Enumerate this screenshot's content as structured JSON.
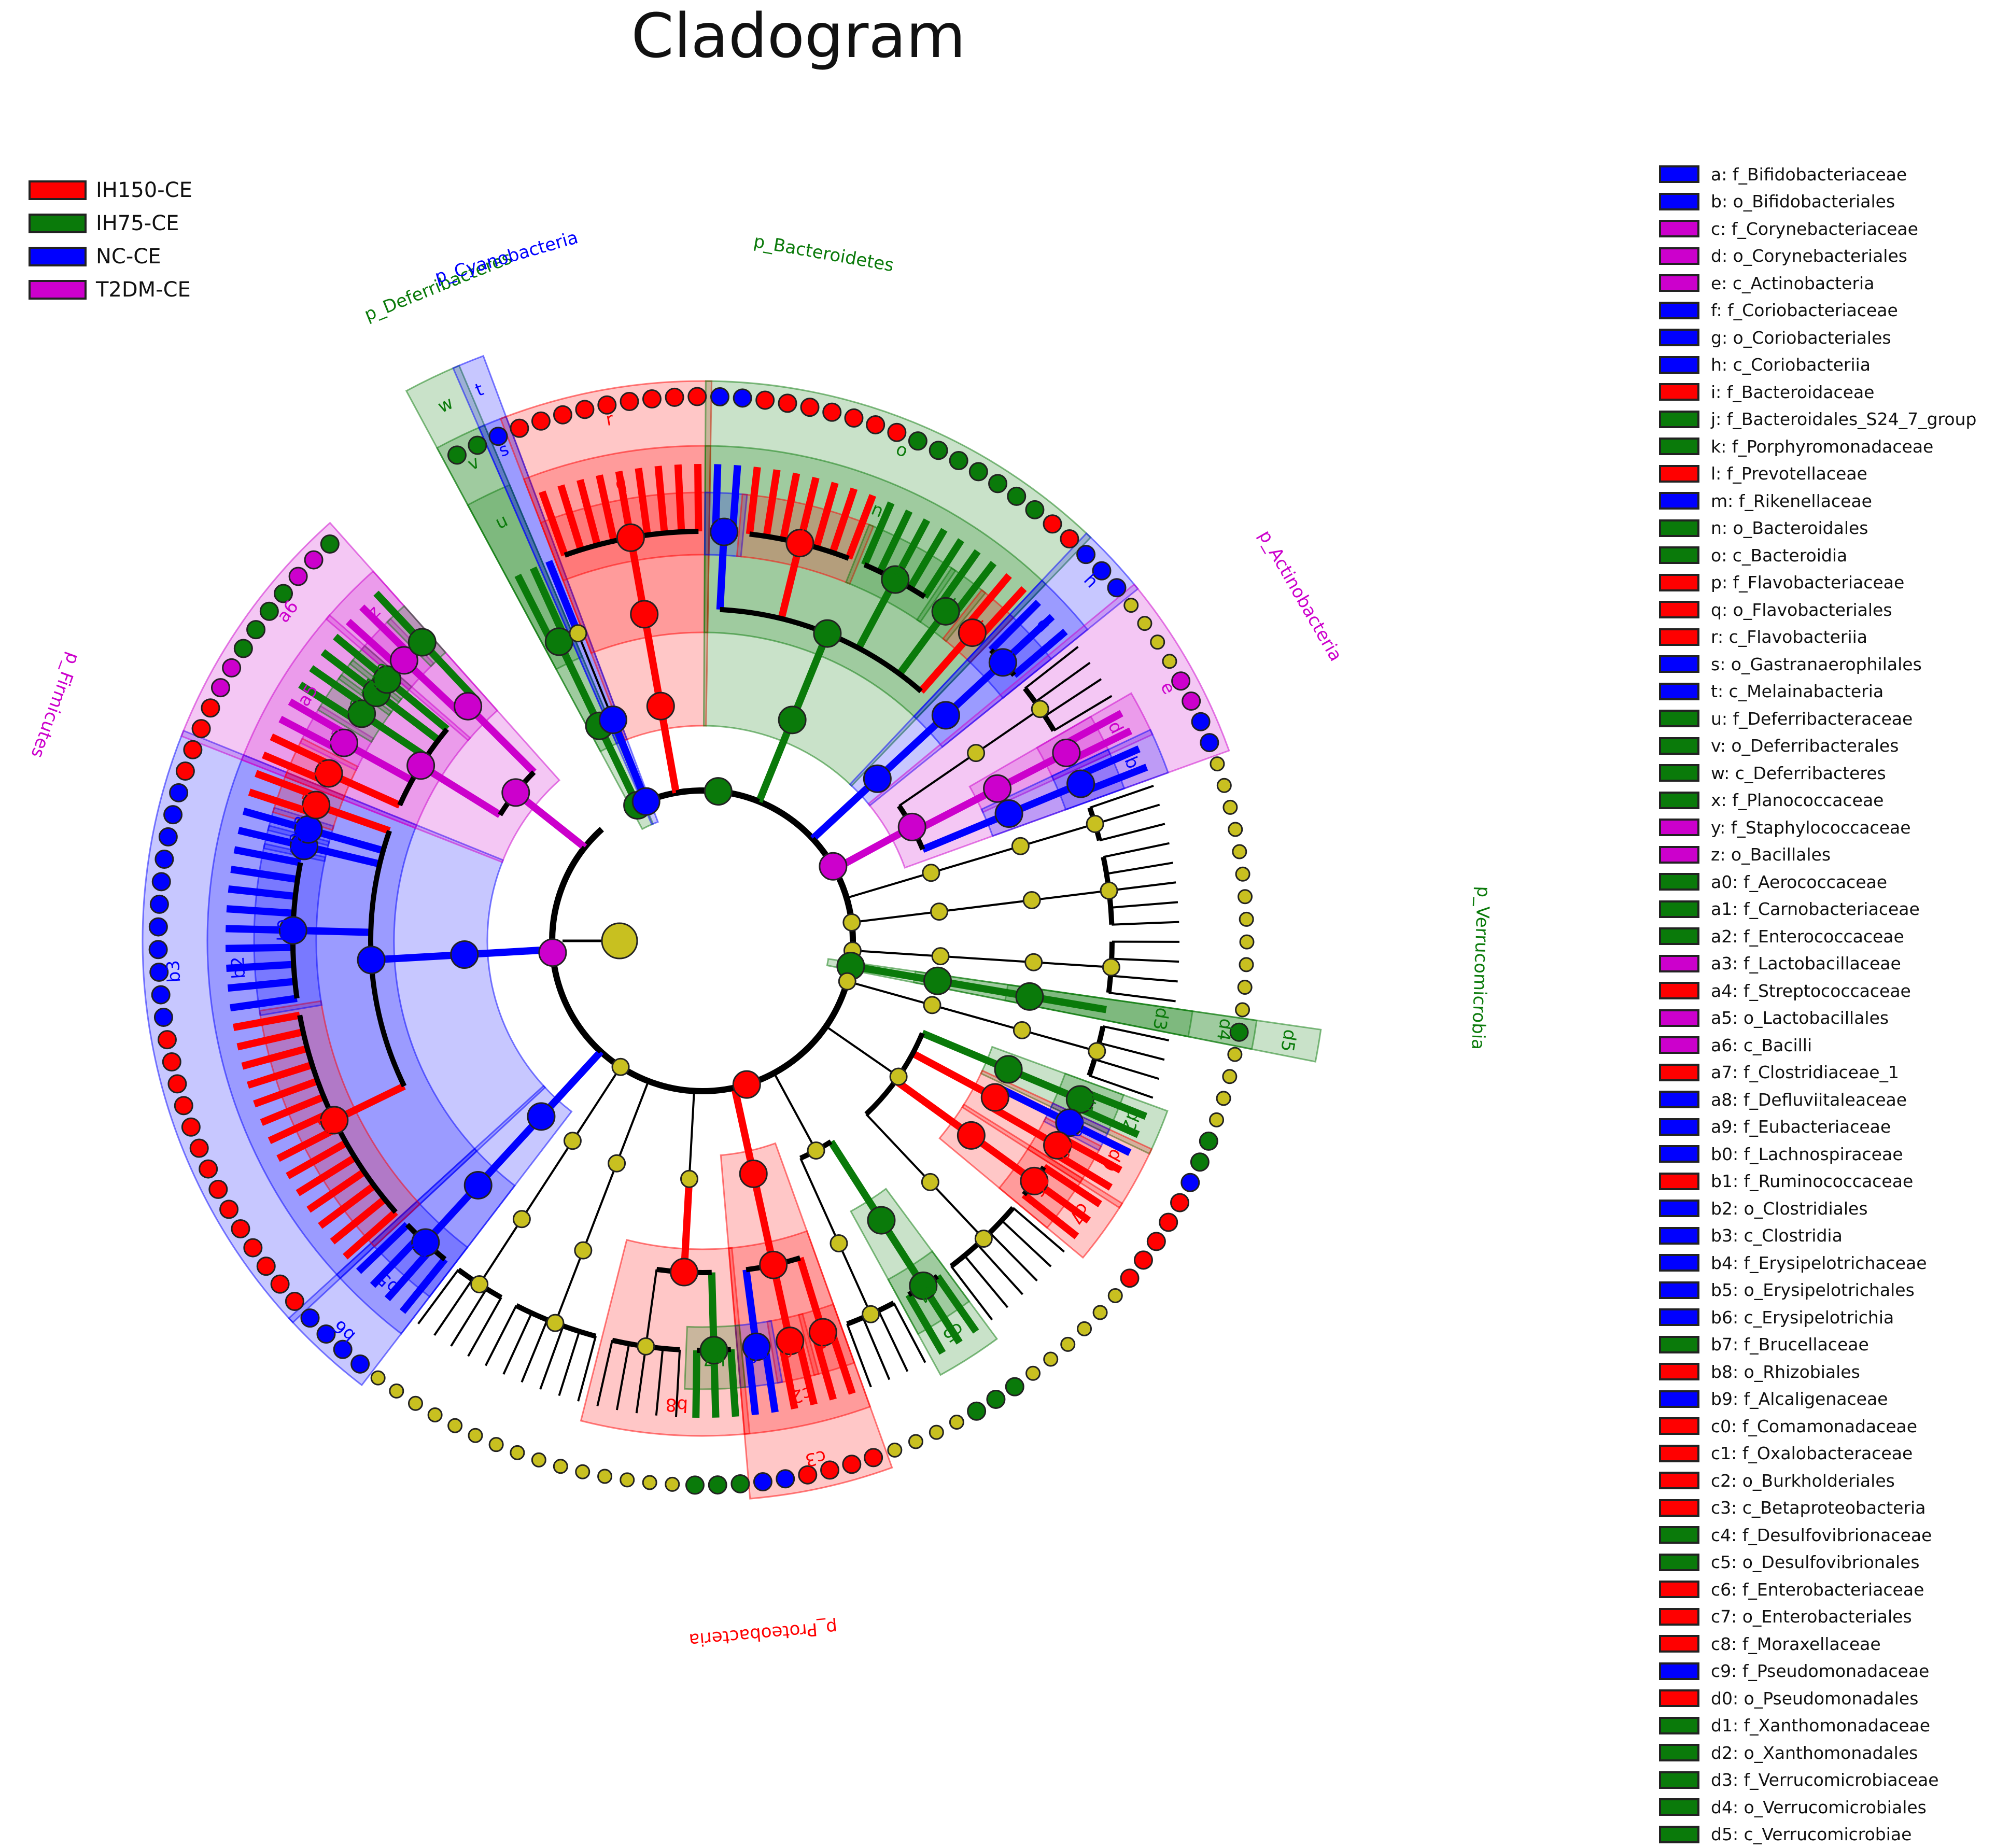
{
  "title": "Cladogram",
  "colors": {
    "IH150-CE": "#ff0000",
    "IH75-CE": "#0a7a0a",
    "NC-CE": "#0000ff",
    "T2DM-CE": "#cc00cc",
    "unsig": "#c8c020"
  },
  "groups": [
    {
      "label": "IH150-CE",
      "color": "#ff0000"
    },
    {
      "label": "IH75-CE",
      "color": "#0a7a0a"
    },
    {
      "label": "NC-CE",
      "color": "#0000ff"
    },
    {
      "label": "T2DM-CE",
      "color": "#cc00cc"
    }
  ],
  "phyla": [
    {
      "label": "p_Bacteroidetes",
      "color": "#0a7a0a"
    },
    {
      "label": "p_Actinobacteria",
      "color": "#cc00cc"
    },
    {
      "label": "p_Verrucomicrobia",
      "color": "#0a7a0a"
    },
    {
      "label": "p_Proteobacteria",
      "color": "#ff0000"
    },
    {
      "label": "p_Firmicutes",
      "color": "#cc00cc"
    },
    {
      "label": "p_Deferribacteres",
      "color": "#0a7a0a"
    },
    {
      "label": "p_Cyanobacteria",
      "color": "#0000ff"
    }
  ],
  "clades": [
    {
      "code": "a",
      "label": "a: f_Bifidobacteriaceae",
      "color": "#0000ff"
    },
    {
      "code": "b",
      "label": "b: o_Bifidobacteriales",
      "color": "#0000ff"
    },
    {
      "code": "c",
      "label": "c: f_Corynebacteriaceae",
      "color": "#cc00cc"
    },
    {
      "code": "d",
      "label": "d: o_Corynebacteriales",
      "color": "#cc00cc"
    },
    {
      "code": "e",
      "label": "e: c_Actinobacteria",
      "color": "#cc00cc"
    },
    {
      "code": "f",
      "label": "f: f_Coriobacteriaceae",
      "color": "#0000ff"
    },
    {
      "code": "g",
      "label": "g: o_Coriobacteriales",
      "color": "#0000ff"
    },
    {
      "code": "h",
      "label": "h: c_Coriobacteriia",
      "color": "#0000ff"
    },
    {
      "code": "i",
      "label": "i: f_Bacteroidaceae",
      "color": "#ff0000"
    },
    {
      "code": "j",
      "label": "j: f_Bacteroidales_S24_7_group",
      "color": "#0a7a0a"
    },
    {
      "code": "k",
      "label": "k: f_Porphyromonadaceae",
      "color": "#0a7a0a"
    },
    {
      "code": "l",
      "label": "l: f_Prevotellaceae",
      "color": "#ff0000"
    },
    {
      "code": "m",
      "label": "m: f_Rikenellaceae",
      "color": "#0000ff"
    },
    {
      "code": "n",
      "label": "n: o_Bacteroidales",
      "color": "#0a7a0a"
    },
    {
      "code": "o",
      "label": "o: c_Bacteroidia",
      "color": "#0a7a0a"
    },
    {
      "code": "p",
      "label": "p: f_Flavobacteriaceae",
      "color": "#ff0000"
    },
    {
      "code": "q",
      "label": "q: o_Flavobacteriales",
      "color": "#ff0000"
    },
    {
      "code": "r",
      "label": "r: c_Flavobacteriia",
      "color": "#ff0000"
    },
    {
      "code": "s",
      "label": "s: o_Gastranaerophilales",
      "color": "#0000ff"
    },
    {
      "code": "t",
      "label": "t: c_Melainabacteria",
      "color": "#0000ff"
    },
    {
      "code": "u",
      "label": "u: f_Deferribacteraceae",
      "color": "#0a7a0a"
    },
    {
      "code": "v",
      "label": "v: o_Deferribacterales",
      "color": "#0a7a0a"
    },
    {
      "code": "w",
      "label": "w: c_Deferribacteres",
      "color": "#0a7a0a"
    },
    {
      "code": "x",
      "label": "x: f_Planococcaceae",
      "color": "#0a7a0a"
    },
    {
      "code": "y",
      "label": "y: f_Staphylococcaceae",
      "color": "#cc00cc"
    },
    {
      "code": "z",
      "label": "z: o_Bacillales",
      "color": "#cc00cc"
    },
    {
      "code": "a0",
      "label": "a0: f_Aerococcaceae",
      "color": "#0a7a0a"
    },
    {
      "code": "a1",
      "label": "a1: f_Carnobacteriaceae",
      "color": "#0a7a0a"
    },
    {
      "code": "a2",
      "label": "a2: f_Enterococcaceae",
      "color": "#0a7a0a"
    },
    {
      "code": "a3",
      "label": "a3: f_Lactobacillaceae",
      "color": "#cc00cc"
    },
    {
      "code": "a4",
      "label": "a4: f_Streptococcaceae",
      "color": "#ff0000"
    },
    {
      "code": "a5",
      "label": "a5: o_Lactobacillales",
      "color": "#cc00cc"
    },
    {
      "code": "a6",
      "label": "a6: c_Bacilli",
      "color": "#cc00cc"
    },
    {
      "code": "a7",
      "label": "a7: f_Clostridiaceae_1",
      "color": "#ff0000"
    },
    {
      "code": "a8",
      "label": "a8: f_Defluviitaleaceae",
      "color": "#0000ff"
    },
    {
      "code": "a9",
      "label": "a9: f_Eubacteriaceae",
      "color": "#0000ff"
    },
    {
      "code": "b0",
      "label": "b0: f_Lachnospiraceae",
      "color": "#0000ff"
    },
    {
      "code": "b1",
      "label": "b1: f_Ruminococcaceae",
      "color": "#ff0000"
    },
    {
      "code": "b2",
      "label": "b2: o_Clostridiales",
      "color": "#0000ff"
    },
    {
      "code": "b3",
      "label": "b3: c_Clostridia",
      "color": "#0000ff"
    },
    {
      "code": "b4",
      "label": "b4: f_Erysipelotrichaceae",
      "color": "#0000ff"
    },
    {
      "code": "b5",
      "label": "b5: o_Erysipelotrichales",
      "color": "#0000ff"
    },
    {
      "code": "b6",
      "label": "b6: c_Erysipelotrichia",
      "color": "#0000ff"
    },
    {
      "code": "b7",
      "label": "b7: f_Brucellaceae",
      "color": "#0a7a0a"
    },
    {
      "code": "b8",
      "label": "b8: o_Rhizobiales",
      "color": "#ff0000"
    },
    {
      "code": "b9",
      "label": "b9: f_Alcaligenaceae",
      "color": "#0000ff"
    },
    {
      "code": "c0",
      "label": "c0: f_Comamonadaceae",
      "color": "#ff0000"
    },
    {
      "code": "c1",
      "label": "c1: f_Oxalobacteraceae",
      "color": "#ff0000"
    },
    {
      "code": "c2",
      "label": "c2: o_Burkholderiales",
      "color": "#ff0000"
    },
    {
      "code": "c3",
      "label": "c3: c_Betaproteobacteria",
      "color": "#ff0000"
    },
    {
      "code": "c4",
      "label": "c4: f_Desulfovibrionaceae",
      "color": "#0a7a0a"
    },
    {
      "code": "c5",
      "label": "c5: o_Desulfovibrionales",
      "color": "#0a7a0a"
    },
    {
      "code": "c6",
      "label": "c6: f_Enterobacteriaceae",
      "color": "#ff0000"
    },
    {
      "code": "c7",
      "label": "c7: o_Enterobacteriales",
      "color": "#ff0000"
    },
    {
      "code": "c8",
      "label": "c8: f_Moraxellaceae",
      "color": "#ff0000"
    },
    {
      "code": "c9",
      "label": "c9: f_Pseudomonadaceae",
      "color": "#0000ff"
    },
    {
      "code": "d0",
      "label": "d0: o_Pseudomonadales",
      "color": "#ff0000"
    },
    {
      "code": "d1",
      "label": "d1: f_Xanthomonadaceae",
      "color": "#0a7a0a"
    },
    {
      "code": "d2",
      "label": "d2: o_Xanthomonadales",
      "color": "#0a7a0a"
    },
    {
      "code": "d3",
      "label": "d3: f_Verrucomicrobiaceae",
      "color": "#0a7a0a"
    },
    {
      "code": "d4",
      "label": "d4: o_Verrucomicrobiales",
      "color": "#0a7a0a"
    },
    {
      "code": "d5",
      "label": "d5: c_Verrucomicrobiae",
      "color": "#0a7a0a"
    }
  ]
}
